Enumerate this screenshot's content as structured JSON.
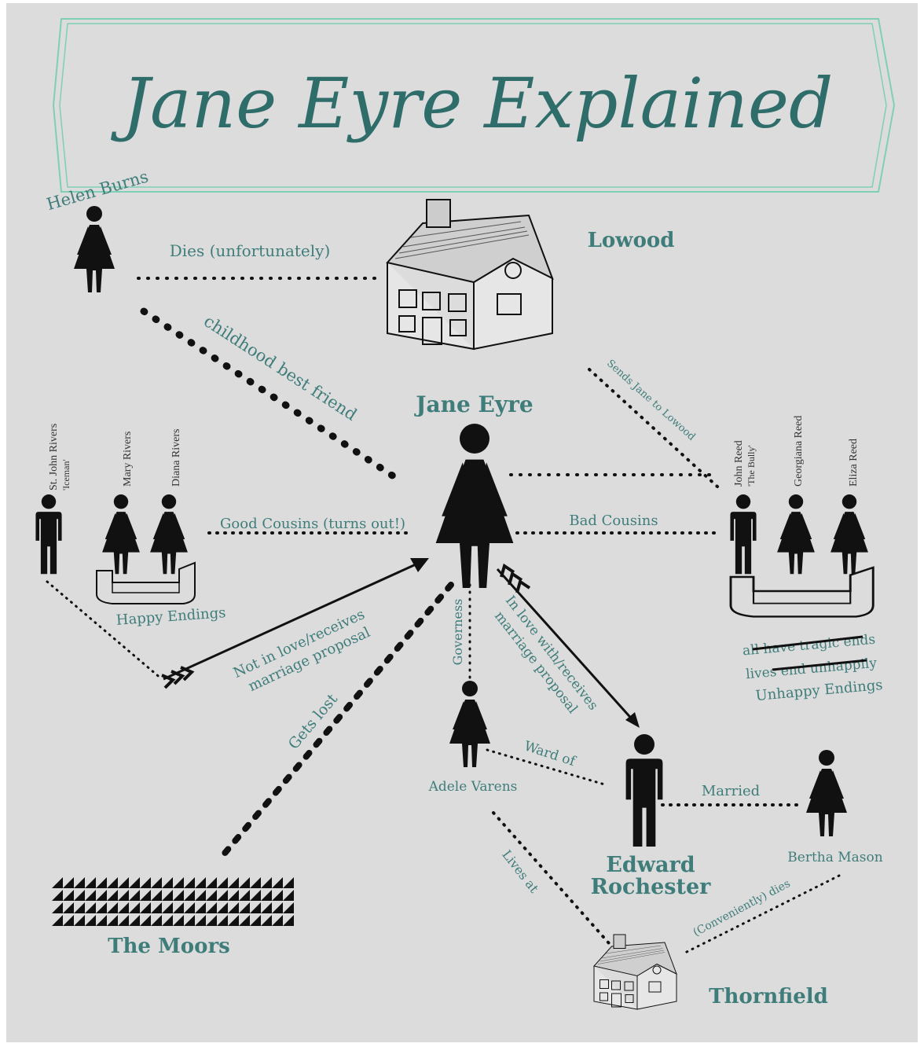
{
  "title": "Jane Eyre Explained",
  "colors": {
    "accent": "#3f7d7b",
    "ink": "#111111",
    "frame": "#7fcfb6",
    "background": "#dcdcdc"
  },
  "people": {
    "jane": "Jane Eyre",
    "helen": "Helen Burns",
    "st_john": "St. John Rivers",
    "st_john_nick": "'Iceman'",
    "mary": "Mary Rivers",
    "diana": "Diana Rivers",
    "john_reed": "John Reed",
    "john_reed_nick": "'The Bully'",
    "georgiana": "Georgiana Reed",
    "eliza": "Eliza Reed",
    "adele": "Adele Varens",
    "edward_1": "Edward",
    "edward_2": "Rochester",
    "bertha": "Bertha Mason"
  },
  "places": {
    "lowood": "Lowood",
    "moors": "The Moors",
    "thornfield": "Thornfield"
  },
  "relations": {
    "dies": "Dies (unfortunately)",
    "best_friend": "childhood best friend",
    "sends": "Sends Jane to Lowood",
    "good_cousins": "Good Cousins (turns out!)",
    "bad_cousins": "Bad Cousins",
    "happy": "Happy Endings",
    "not_in_love_1": "Not in love/receives",
    "not_in_love_2": "marriage proposal",
    "gets_lost": "Gets lost",
    "governess": "Governess",
    "in_love_1": "In love with/receives",
    "in_love_2": "marriage proposal",
    "ward_of": "Ward of",
    "married": "Married",
    "lives_at": "Lives at",
    "dies_conv": "(Conveniently) dies",
    "unhappy_1": "all have tragic ends",
    "unhappy_2": "lives end unhappily",
    "unhappy_3": "Unhappy Endings"
  },
  "icons": [
    "female-figure-icon",
    "male-figure-icon",
    "house-icon",
    "couch-icon",
    "arrow-icon",
    "moors-triangles-icon"
  ]
}
